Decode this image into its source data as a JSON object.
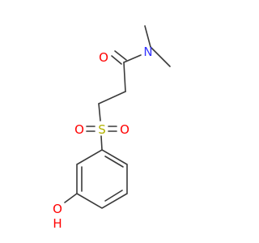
{
  "molecule": {
    "atoms": {
      "carbonyl_oxygen": "O",
      "amide_nitrogen": "N",
      "sulfur": "S",
      "sulfonyl_oxygen_left": "O",
      "sulfonyl_oxygen_right": "O",
      "hydroxyl": "OH"
    }
  },
  "colors": {
    "bond": "#3a3a3a",
    "oxygen": "#ff0000",
    "nitrogen": "#3333ff",
    "sulfur": "#b2b200"
  }
}
